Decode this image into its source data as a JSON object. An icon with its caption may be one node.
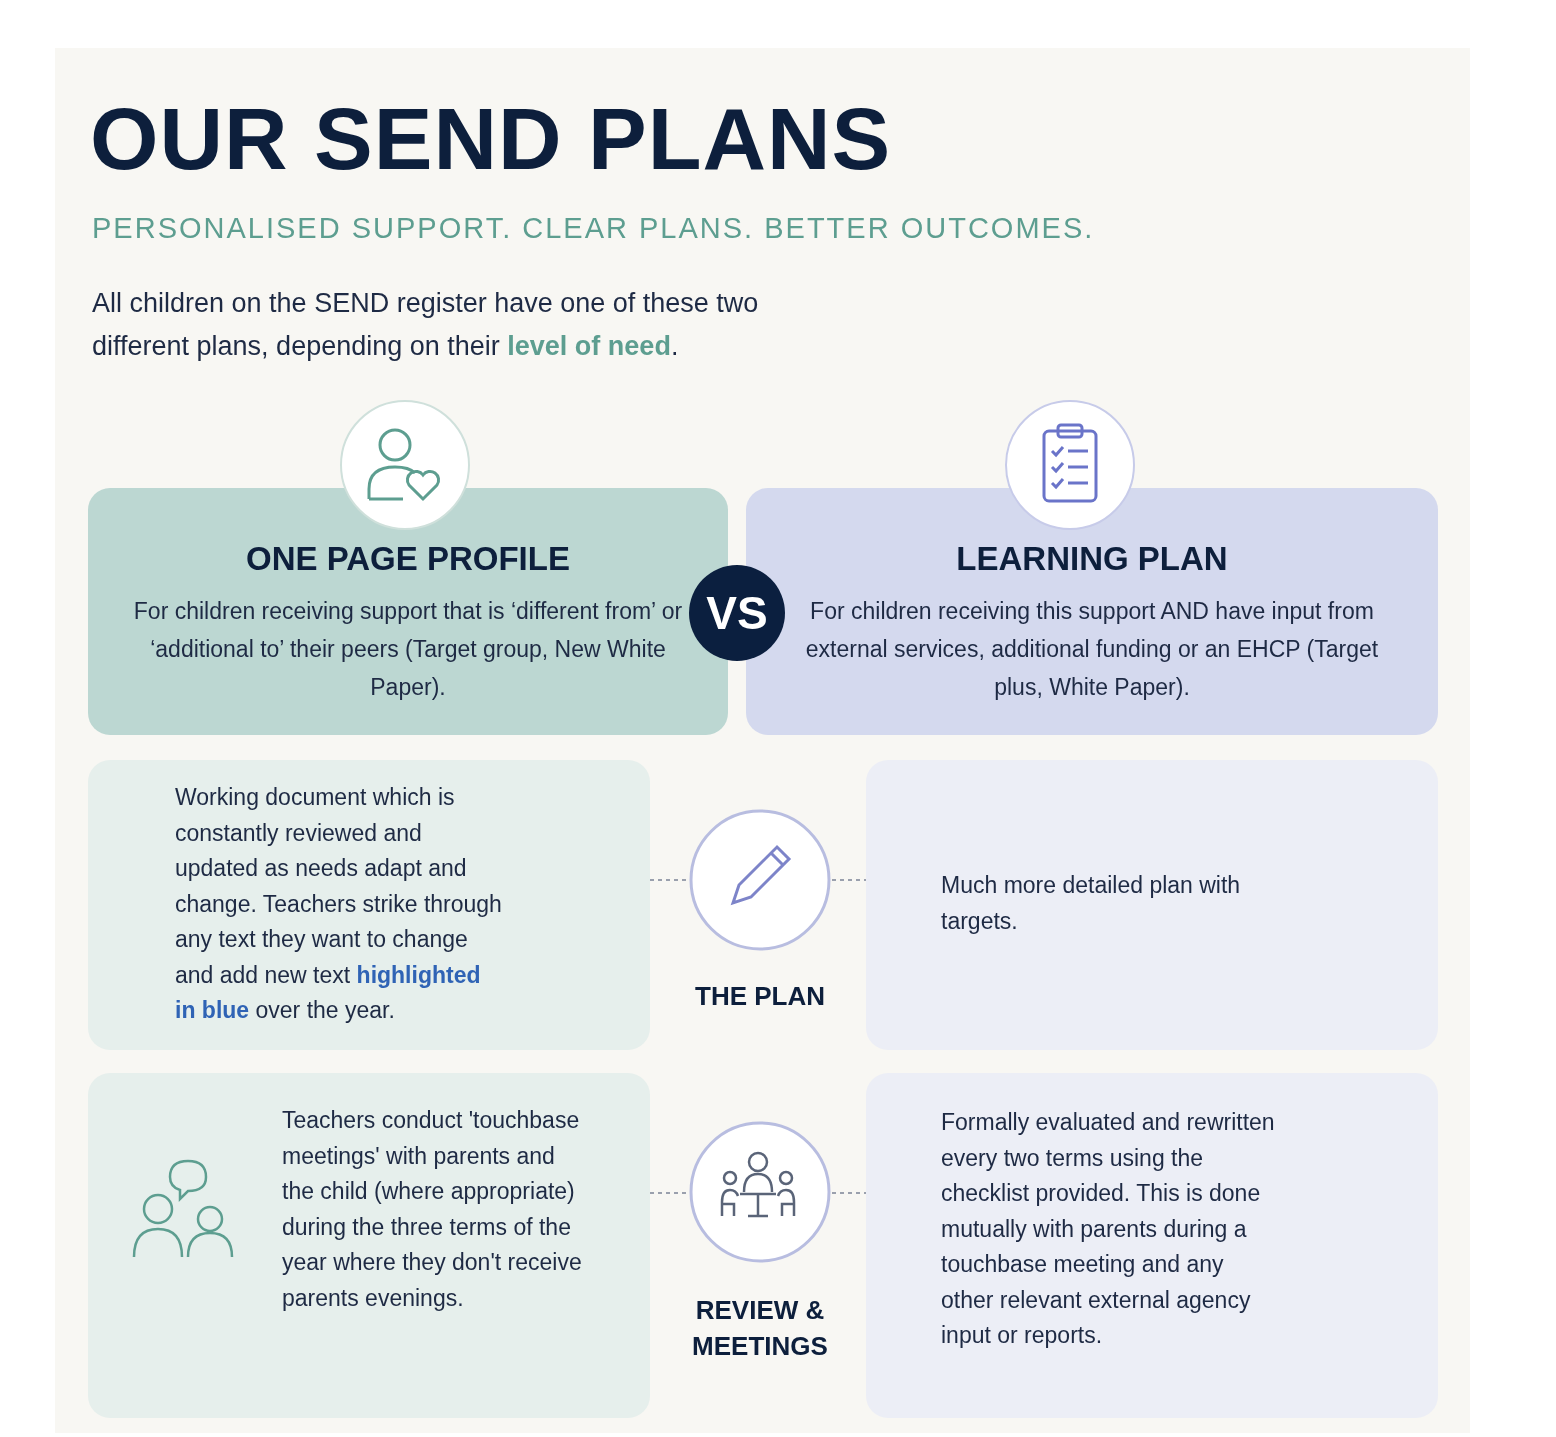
{
  "diagram": {
    "title": "OUR SEND PLANS",
    "nodes": [
      {
        "text": [
          "ONE PAGE PROFILE",
          "For children receiving support that is ‘different from’ or ‘additional to’ their peers (Target group, New White Paper)."
        ]
      },
      {
        "text": [
          "VS"
        ]
      },
      {
        "text": [
          "LEARNING PLAN",
          "For children receiving this support AND have input from external services, additional funding or an EHCP (Target plus, White Paper)."
        ]
      },
      {
        "text": [
          "Working document which is constantly reviewed and updated as needs adapt and change. Teachers strike through any text they want to change and add new text **highlighted in blue** over the year."
        ]
      },
      {
        "text": [
          "THE PLAN"
        ]
      },
      {
        "text": [
          "Much more detailed plan with targets."
        ]
      },
      {
        "text": [
          "Teachers conduct 'touchbase meetings' with parents and the child (where appropriate) during the three terms of the year where they don't receive parents evenings."
        ]
      },
      {
        "text": [
          "REVIEW & MEETINGS"
        ]
      },
      {
        "text": [
          "Formally evaluated and rewritten every two terms using the checklist provided. This is done mutually with parents during a touchbase meeting and any other relevant external agency input or reports."
        ]
      }
    ],
    "edges": [
      {
        "from": 3,
        "to": 4,
        "arrow": "none",
        "style": "dashed"
      },
      {
        "from": 4,
        "to": 5,
        "arrow": "none",
        "style": "dashed"
      },
      {
        "from": 6,
        "to": 7,
        "arrow": "none",
        "style": "dashed"
      },
      {
        "from": 7,
        "to": 8,
        "arrow": "none",
        "style": "dashed"
      }
    ],
    "labels": [
      "PERSONALISED SUPPORT. CLEAR PLANS. BETTER OUTCOMES.",
      "All children on the SEND register have one of these two different plans, depending on their **level of need**."
    ]
  }
}
